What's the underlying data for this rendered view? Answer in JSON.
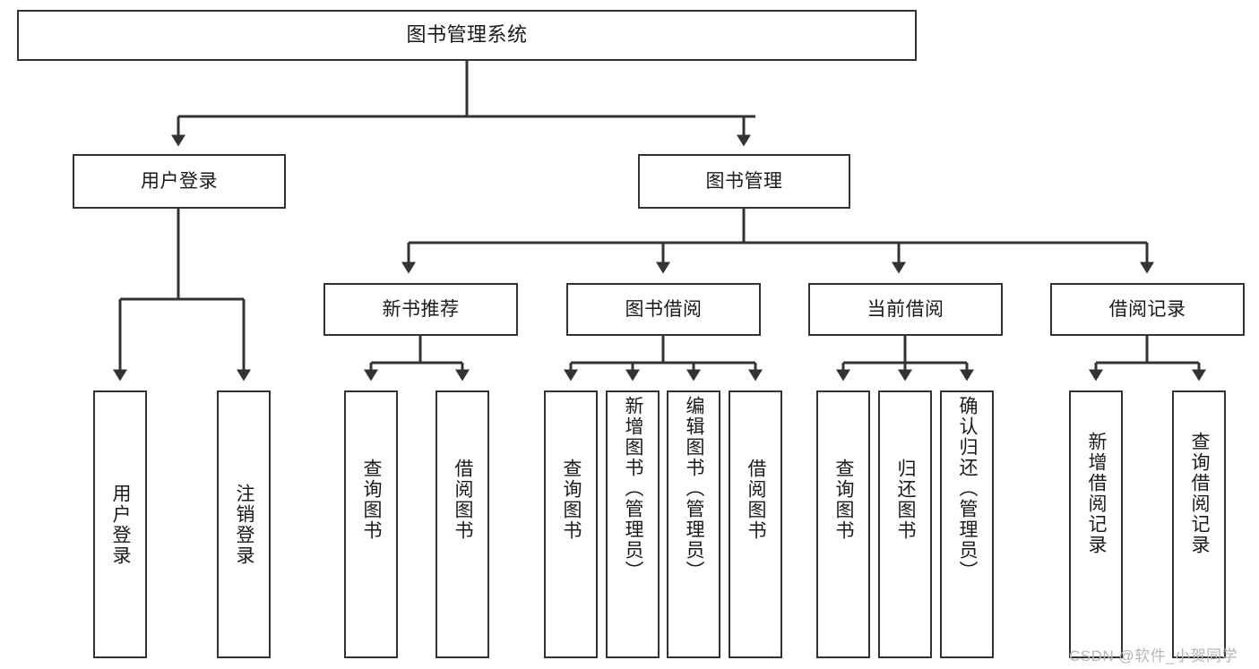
{
  "diagram": {
    "type": "tree-hierarchy",
    "title": "图书管理系统",
    "watermark": "CSDN @软件_小贺同学",
    "colors": {
      "border": "#333333",
      "text": "#1a1a1a",
      "background": "#ffffff",
      "connector": "#333333",
      "watermark": "#b6b6b6"
    },
    "nodes": {
      "root": {
        "label": "图书管理系统"
      },
      "level1": [
        {
          "label": "用户登录"
        },
        {
          "label": "图书管理"
        }
      ],
      "level2": [
        {
          "label": "新书推荐"
        },
        {
          "label": "图书借阅"
        },
        {
          "label": "当前借阅"
        },
        {
          "label": "借阅记录"
        }
      ],
      "leaves": {
        "user_login": [
          {
            "label": "用户登录"
          },
          {
            "label": "注销登录"
          }
        ],
        "new_book": [
          {
            "label": "查询图书"
          },
          {
            "label": "借阅图书"
          }
        ],
        "book_borrow": [
          {
            "label": "查询图书"
          },
          {
            "label": "新增图书（管理员）"
          },
          {
            "label": "编辑图书（管理员）"
          },
          {
            "label": "借阅图书"
          }
        ],
        "current_borrow": [
          {
            "label": "查询图书"
          },
          {
            "label": "归还图书"
          },
          {
            "label": "确认归还（管理员）"
          }
        ],
        "borrow_record": [
          {
            "label": "新增借阅记录"
          },
          {
            "label": "查询借阅记录"
          }
        ]
      }
    }
  }
}
